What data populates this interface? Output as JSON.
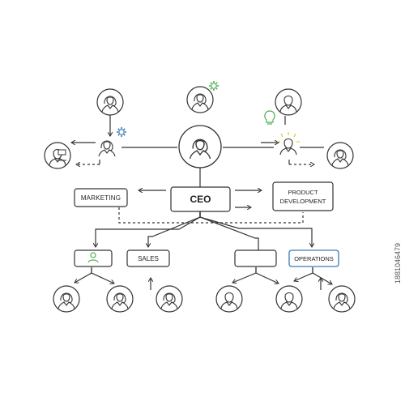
{
  "diagram": {
    "nodes": {
      "ceo": "CEO",
      "marketing": "MARKETING",
      "product_development_line1": "PRODUCT",
      "product_development_line2": "DEVELOPMENT",
      "sales": "SALES",
      "operations": "OPERATIONS"
    },
    "icons": {
      "person": "person-avatar-icon",
      "gear": "gear-icon",
      "lightbulb": "lightbulb-icon",
      "laptop": "laptop-user-icon"
    },
    "colors": {
      "line": "#333333",
      "accent_green": "#4caf50",
      "accent_blue": "#3a7ab8",
      "accent_yellow": "#e0c020"
    }
  },
  "footer": {
    "stock_id": "1881046479"
  }
}
